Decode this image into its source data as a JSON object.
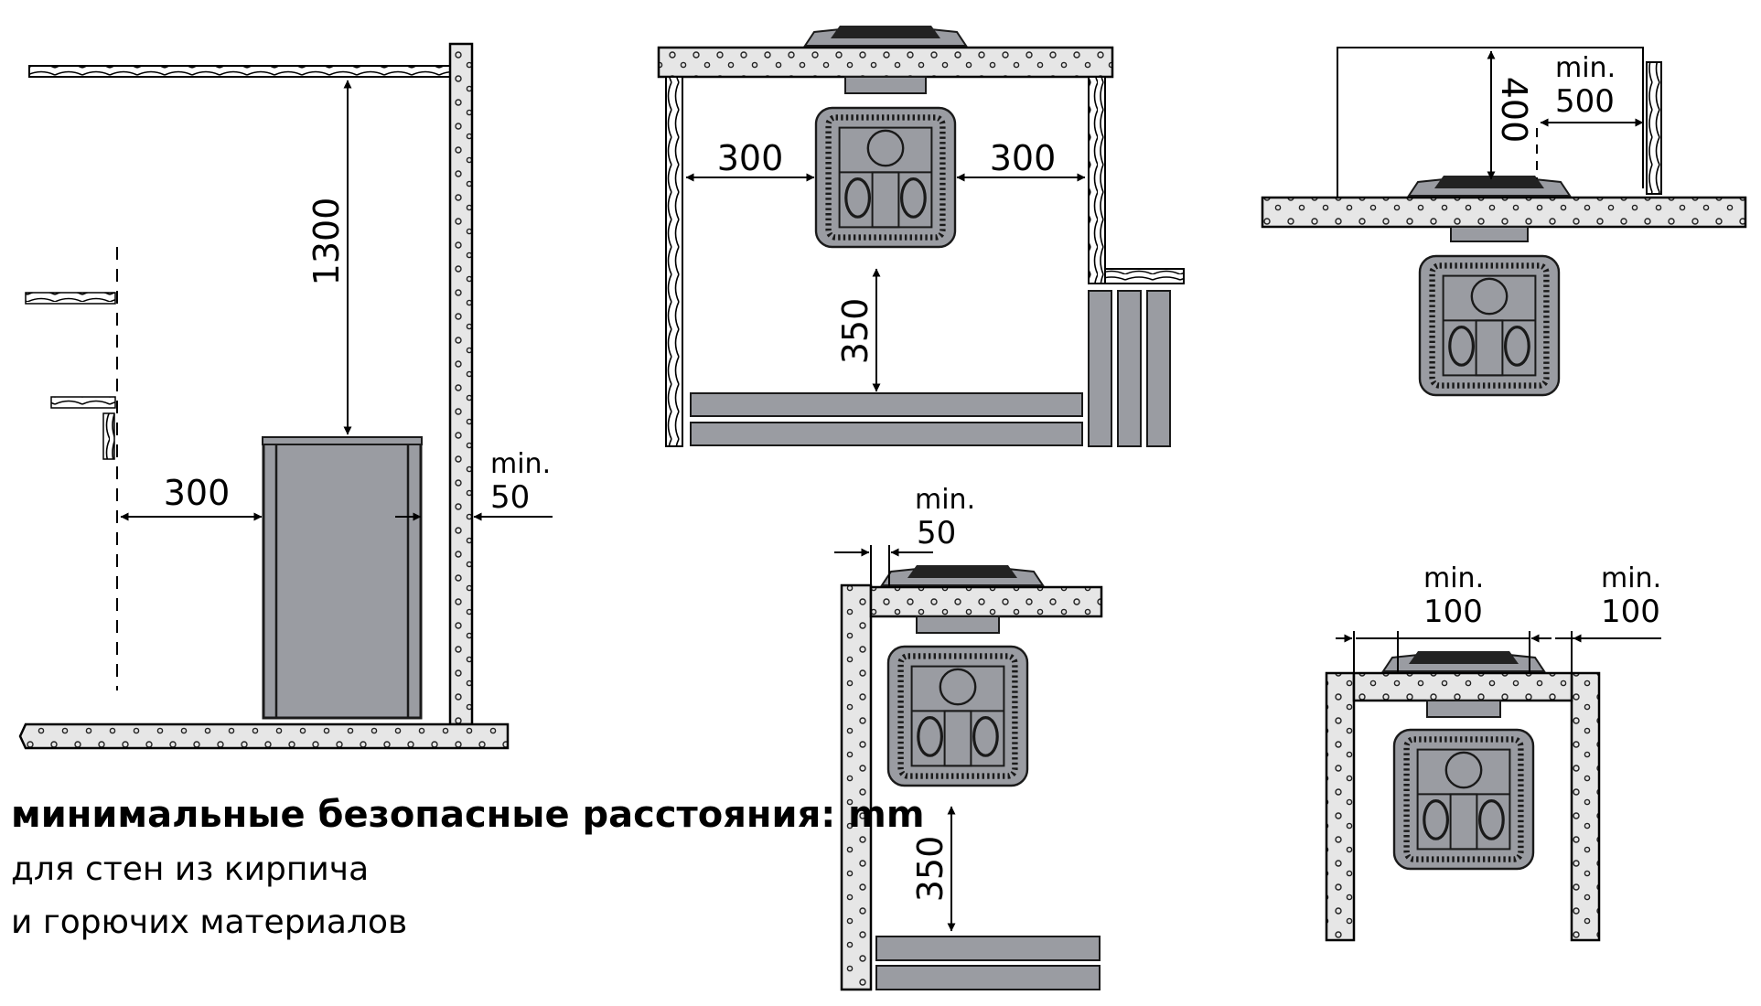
{
  "labels": {
    "min": "min.",
    "v1300": "1300",
    "v300": "300",
    "v350": "350",
    "v400": "400",
    "v500": "500",
    "v50": "50",
    "v100": "100"
  },
  "caption": {
    "title": "минимальные безопасные расстояния: mm",
    "line1": "для стен из кирпича",
    "line2": "и горючих материалов"
  },
  "colors": {
    "heater": "#9a9ca2",
    "wall": "#e6e6e6",
    "stroke": "#1a1a1a"
  }
}
